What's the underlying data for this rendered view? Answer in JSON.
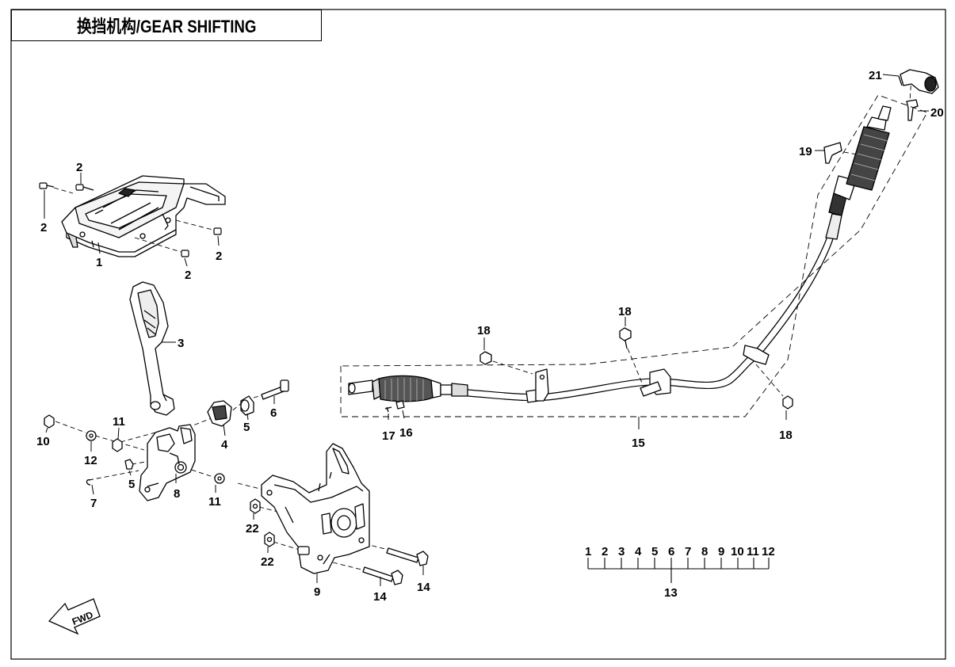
{
  "title": "换挡机构/GEAR SHIFTING",
  "fwd_label": "FWD",
  "callouts": [
    {
      "id": "c2a",
      "label": "2"
    },
    {
      "id": "c2b",
      "label": "2"
    },
    {
      "id": "c2c",
      "label": "2"
    },
    {
      "id": "c2d",
      "label": "2"
    },
    {
      "id": "c1",
      "label": "1"
    },
    {
      "id": "c3",
      "label": "3"
    },
    {
      "id": "c4",
      "label": "4"
    },
    {
      "id": "c5a",
      "label": "5"
    },
    {
      "id": "c6",
      "label": "6"
    },
    {
      "id": "c10",
      "label": "10"
    },
    {
      "id": "c11a",
      "label": "11"
    },
    {
      "id": "c12",
      "label": "12"
    },
    {
      "id": "c5b",
      "label": "5"
    },
    {
      "id": "c7",
      "label": "7"
    },
    {
      "id": "c8",
      "label": "8"
    },
    {
      "id": "c11b",
      "label": "11"
    },
    {
      "id": "c22a",
      "label": "22"
    },
    {
      "id": "c22b",
      "label": "22"
    },
    {
      "id": "c9",
      "label": "9"
    },
    {
      "id": "c14a",
      "label": "14"
    },
    {
      "id": "c14b",
      "label": "14"
    },
    {
      "id": "c18a",
      "label": "18"
    },
    {
      "id": "c18b",
      "label": "18"
    },
    {
      "id": "c18c",
      "label": "18"
    },
    {
      "id": "c17",
      "label": "17"
    },
    {
      "id": "c16",
      "label": "16"
    },
    {
      "id": "c15",
      "label": "15"
    },
    {
      "id": "c19",
      "label": "19"
    },
    {
      "id": "c21",
      "label": "21"
    },
    {
      "id": "c20",
      "label": "20"
    }
  ],
  "kit": {
    "items": [
      "1",
      "2",
      "3",
      "4",
      "5",
      "6",
      "7",
      "8",
      "9",
      "10",
      "11",
      "12"
    ],
    "total": "13"
  }
}
